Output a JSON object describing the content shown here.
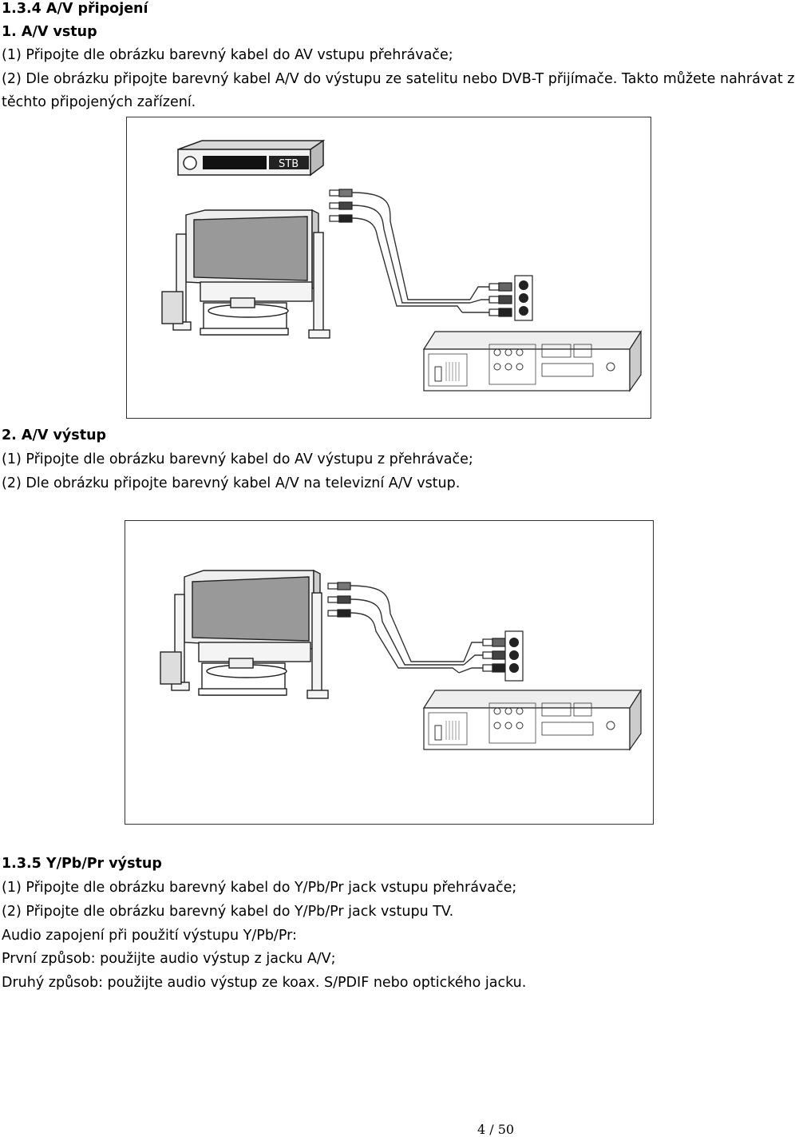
{
  "section_134": {
    "heading": "1.3.4 A/V připojení",
    "sub1_heading": "1. A/V vstup",
    "sub1_lines": [
      "(1) Připojte dle obrázku barevný kabel do AV vstupu přehrávače;",
      "(2) Dle obrázku připojte barevný kabel A/V do výstupu ze satelitu nebo DVB-T přijímače. Takto můžete nahrávat z",
      "těchto připojených zařízení."
    ],
    "figure1": {
      "stb_label": "STB"
    },
    "sub2_heading": "2. A/V výstup",
    "sub2_lines": [
      "(1) Připojte dle obrázku barevný kabel do AV výstupu z přehrávače;",
      "(2) Dle obrázku připojte barevný kabel A/V na televizní A/V vstup."
    ]
  },
  "section_135": {
    "heading": "1.3.5 Y/Pb/Pr výstup",
    "lines": [
      "(1) Připojte dle obrázku barevný kabel do Y/Pb/Pr jack vstupu přehrávače;",
      "(2) Připojte dle obrázku barevný kabel do Y/Pb/Pr jack vstupu TV.",
      "Audio zapojení při použití výstupu Y/Pb/Pr:",
      "První způsob: použijte audio výstup z jacku A/V;",
      "Druhý způsob: použijte audio výstup ze koax. S/PDIF nebo optického jacku."
    ]
  },
  "footer": {
    "page_number": "4 / 50"
  }
}
